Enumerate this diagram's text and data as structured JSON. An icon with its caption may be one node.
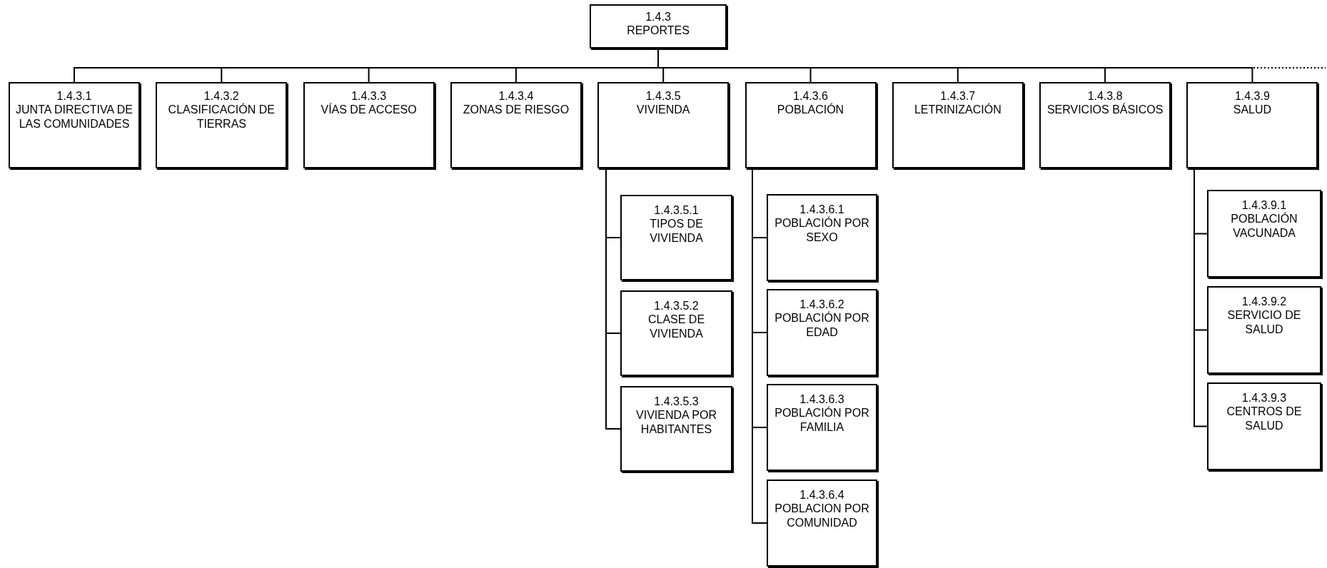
{
  "diagram": {
    "nodes": [
      {
        "text": [
          "1.4.3",
          "REPORTES"
        ]
      },
      {
        "text": [
          "1.4.3.1",
          "JUNTA DIRECTIVA DE LAS COMUNIDADES"
        ]
      },
      {
        "text": [
          "1.4.3.2",
          "CLASIFICACIÓN DE TIERRAS"
        ]
      },
      {
        "text": [
          "1.4.3.3",
          "VÍAS DE ACCESO"
        ]
      },
      {
        "text": [
          "1.4.3.4",
          "ZONAS DE RIESGO"
        ]
      },
      {
        "text": [
          "1.4.3.5",
          "VIVIENDA"
        ]
      },
      {
        "text": [
          "1.4.3.6",
          "POBLACIÓN"
        ]
      },
      {
        "text": [
          "1.4.3.7",
          "LETRINIZACIÓN"
        ]
      },
      {
        "text": [
          "1.4.3.8",
          "SERVICIOS BÁSICOS"
        ]
      },
      {
        "text": [
          "1.4.3.9",
          "SALUD"
        ]
      },
      {
        "text": [
          "1.4.3.5.1",
          "TIPOS DE VIVIENDA"
        ]
      },
      {
        "text": [
          "1.4.3.5.2",
          "CLASE DE VIVIENDA"
        ]
      },
      {
        "text": [
          "1.4.3.5.3",
          "VIVIENDA POR HABITANTES"
        ]
      },
      {
        "text": [
          "1.4.3.6.1",
          "POBLACIÓN POR SEXO"
        ]
      },
      {
        "text": [
          "1.4.3.6.2",
          "POBLACIÓN POR EDAD"
        ]
      },
      {
        "text": [
          "1.4.3.6.3",
          "POBLACIÓN POR FAMILIA"
        ]
      },
      {
        "text": [
          "1.4.3.6.4",
          "POBLACION POR COMUNIDAD"
        ]
      },
      {
        "text": [
          "1.4.3.9.1",
          "POBLACIÓN VACUNADA"
        ]
      },
      {
        "text": [
          "1.4.3.9.2",
          "SERVICIO DE SALUD"
        ]
      },
      {
        "text": [
          "1.4.3.9.3",
          "CENTROS DE SALUD"
        ]
      }
    ],
    "edges": [
      {
        "from": 0,
        "to": 1,
        "arrow": "none"
      },
      {
        "from": 0,
        "to": 2,
        "arrow": "none"
      },
      {
        "from": 0,
        "to": 3,
        "arrow": "none"
      },
      {
        "from": 0,
        "to": 4,
        "arrow": "none"
      },
      {
        "from": 0,
        "to": 5,
        "arrow": "none"
      },
      {
        "from": 0,
        "to": 6,
        "arrow": "none"
      },
      {
        "from": 0,
        "to": 7,
        "arrow": "none"
      },
      {
        "from": 0,
        "to": 8,
        "arrow": "none"
      },
      {
        "from": 0,
        "to": 9,
        "arrow": "none"
      },
      {
        "from": 0,
        "to": null,
        "arrow": "none",
        "style": "dashed"
      },
      {
        "from": 5,
        "to": 10,
        "arrow": "none"
      },
      {
        "from": 5,
        "to": 11,
        "arrow": "none"
      },
      {
        "from": 5,
        "to": 12,
        "arrow": "none"
      },
      {
        "from": 6,
        "to": 13,
        "arrow": "none"
      },
      {
        "from": 6,
        "to": 14,
        "arrow": "none"
      },
      {
        "from": 6,
        "to": 15,
        "arrow": "none"
      },
      {
        "from": 6,
        "to": 16,
        "arrow": "none"
      },
      {
        "from": 9,
        "to": 17,
        "arrow": "none"
      },
      {
        "from": 9,
        "to": 18,
        "arrow": "none"
      },
      {
        "from": 9,
        "to": 19,
        "arrow": "none"
      }
    ]
  }
}
